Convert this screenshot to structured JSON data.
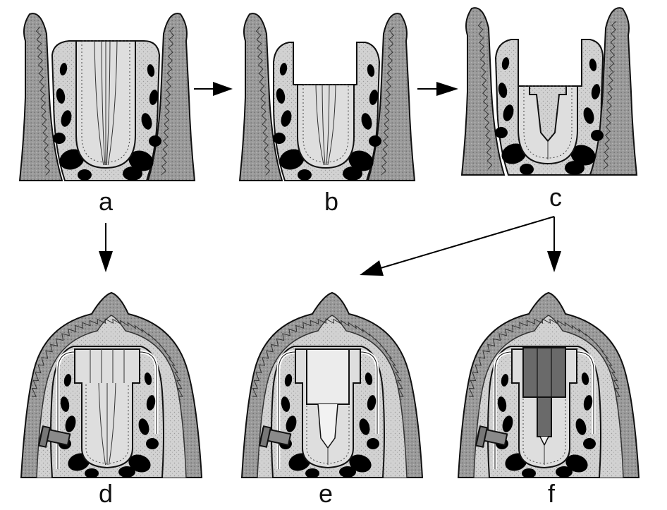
{
  "panels": [
    {
      "id": "a",
      "label": "a",
      "stage": "root-intact"
    },
    {
      "id": "b",
      "label": "b",
      "stage": "crown-reduced"
    },
    {
      "id": "c",
      "label": "c",
      "stage": "post-space-prepared"
    },
    {
      "id": "d",
      "label": "d",
      "stage": "submerged-root"
    },
    {
      "id": "e",
      "label": "e",
      "stage": "submerged-with-filling"
    },
    {
      "id": "f",
      "label": "f",
      "stage": "submerged-with-post"
    }
  ],
  "flow": [
    {
      "from": "a",
      "to": "b"
    },
    {
      "from": "b",
      "to": "c"
    },
    {
      "from": "a",
      "to": "d"
    },
    {
      "from": "c",
      "to": "e"
    },
    {
      "from": "c",
      "to": "f"
    }
  ],
  "colors": {
    "gingiva": "#9a9a9a",
    "bone": "#d6d6d6",
    "root": "#dedede",
    "canal": "#f2f2f2",
    "marrow": "#000000",
    "filling": "#ececec",
    "post": "#6a6a6a",
    "screw": "#8a8a8a",
    "outline": "#111111"
  }
}
